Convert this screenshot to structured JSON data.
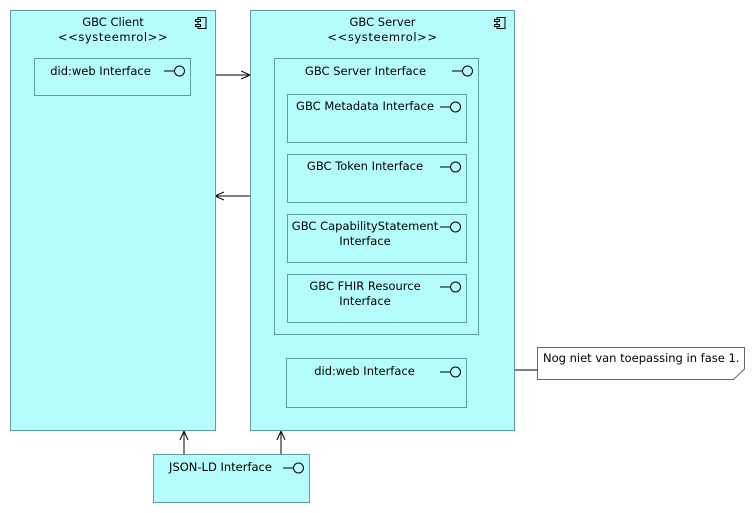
{
  "client": {
    "title": "GBC Client",
    "stereotype": "<<systeemrol>>",
    "interfaces": [
      {
        "label": "did:web Interface"
      }
    ]
  },
  "server": {
    "title": "GBC Server",
    "stereotype": "<<systeemrol>>",
    "server_interface": {
      "label": "GBC Server Interface",
      "children": [
        {
          "lines": [
            "GBC Metadata Interface"
          ]
        },
        {
          "lines": [
            "GBC Token Interface"
          ]
        },
        {
          "lines": [
            "GBC CapabilityStatement",
            "Interface"
          ]
        },
        {
          "lines": [
            "GBC FHIR Resource",
            "Interface"
          ]
        }
      ]
    },
    "didweb_interface": {
      "label": "did:web Interface"
    }
  },
  "shared": {
    "jsonld_interface": {
      "label": "JSON-LD Interface"
    }
  },
  "note": {
    "text": "Nog niet van toepassing in fase 1."
  },
  "colors": {
    "fill": "#b5fcfc",
    "border": "#5d9aa1",
    "line": "#000000"
  }
}
